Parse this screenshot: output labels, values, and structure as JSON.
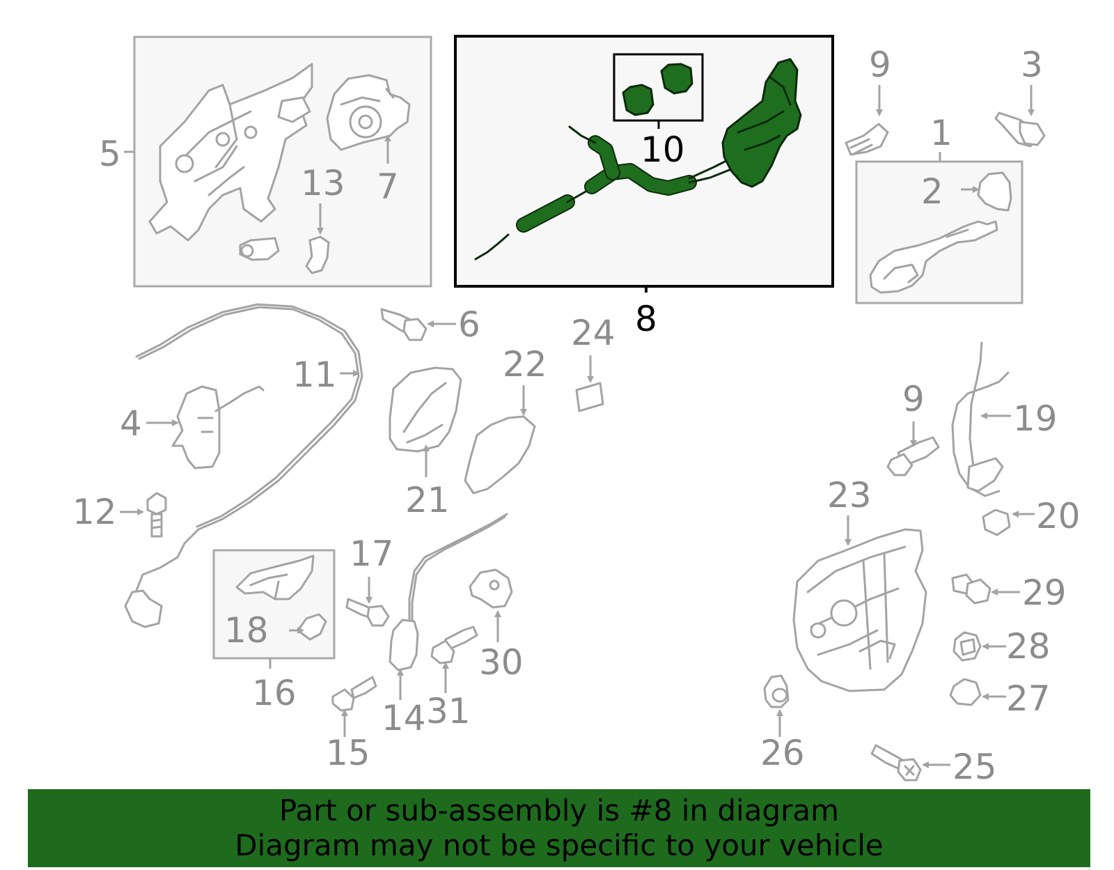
{
  "highlight_color": "#1e6b1e",
  "banner": {
    "line1": "Part or sub-assembly is #8 in diagram",
    "line2": "Diagram may not be specific to your vehicle"
  },
  "labels": {
    "p1": "1",
    "p2": "2",
    "p3": "3",
    "p4": "4",
    "p5": "5",
    "p6": "6",
    "p7": "7",
    "p8": "8",
    "p9a": "9",
    "p9b": "9",
    "p10": "10",
    "p11": "11",
    "p12": "12",
    "p13": "13",
    "p14": "14",
    "p15": "15",
    "p16": "16",
    "p17": "17",
    "p18": "18",
    "p19": "19",
    "p20": "20",
    "p21": "21",
    "p22": "22",
    "p23": "23",
    "p24": "24",
    "p25": "25",
    "p26": "26",
    "p27": "27",
    "p28": "28",
    "p29": "29",
    "p30": "30",
    "p31": "31"
  }
}
